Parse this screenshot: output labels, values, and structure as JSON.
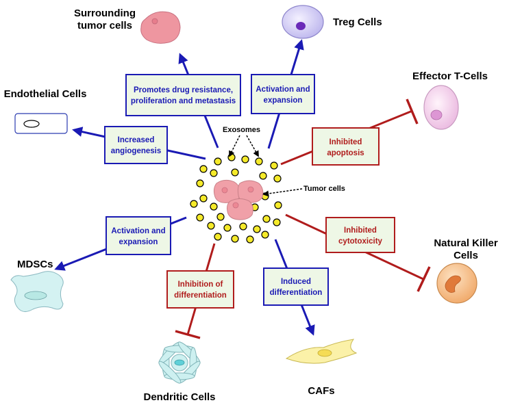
{
  "center": {
    "exosomes_label": "Exosomes",
    "tumor_cells_label": "Tumor cells"
  },
  "targets": {
    "surrounding": {
      "label_line1": "Surrounding",
      "label_line2": "tumor cells"
    },
    "treg": {
      "label": "Treg Cells"
    },
    "effector": {
      "label": "Effector T-Cells"
    },
    "endothelial": {
      "label": "Endothelial Cells"
    },
    "mdsc": {
      "label": "MDSCs"
    },
    "nk": {
      "label_line1": "Natural Killer",
      "label_line2": "Cells"
    },
    "dendritic": {
      "label": "Dendritic Cells"
    },
    "caf": {
      "label": "CAFs"
    }
  },
  "effects": {
    "surrounding": {
      "line1": "Promotes drug resistance,",
      "line2": "proliferation and metastasis"
    },
    "treg": {
      "line1": "Activation and",
      "line2": "expansion"
    },
    "effector": {
      "line1": "Inhibited",
      "line2": "apoptosis"
    },
    "endothelial": {
      "line1": "Increased",
      "line2": "angiogenesis"
    },
    "mdsc": {
      "line1": "Activation and",
      "line2": "expansion"
    },
    "nk": {
      "line1": "Inhibited",
      "line2": "cytotoxicity"
    },
    "dendritic": {
      "line1": "Inhibition of",
      "line2": "differentiation"
    },
    "caf": {
      "line1": "Induced",
      "line2": "differentiation"
    }
  },
  "colors": {
    "activation": "#1a1ab4",
    "inhibition": "#b01c1c",
    "box_fill": "#eef7e6",
    "exosome_fill": "#f5ea2a",
    "tumor_fill": "#f0a0a8"
  }
}
